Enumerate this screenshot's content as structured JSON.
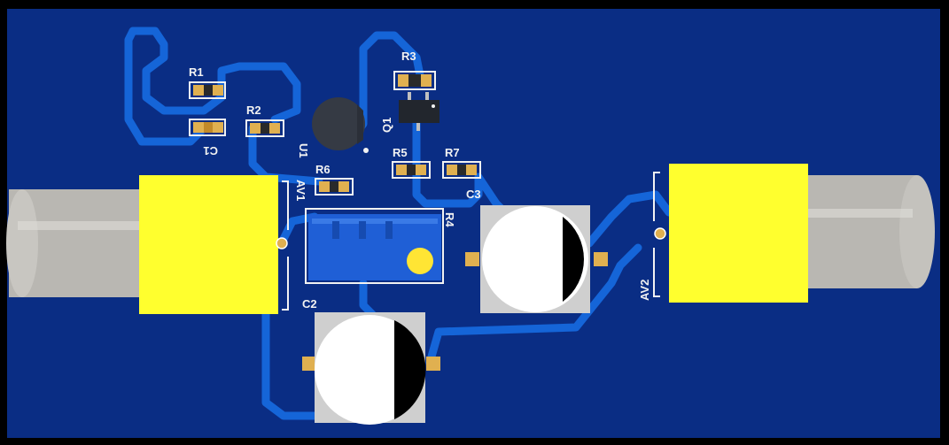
{
  "colors": {
    "board": "#0a2d84",
    "board_edge": "#000000",
    "trace": "#1565d8",
    "silk": "#f2f2f2",
    "pad": "#e0b050",
    "connector": "#ffff2e",
    "cable": "#b9b7b2",
    "pot_body": "#1f5fd6",
    "pot_knob": "#ffe534",
    "cap_base": "#cfcfcf",
    "cap_top": "#ffffff",
    "cap_polarity": "#000000",
    "transistor": "#353a44"
  },
  "labels": {
    "r1": "R1",
    "r2": "R2",
    "r3": "R3",
    "r4": "R4",
    "r5": "R5",
    "r6": "R6",
    "r7": "R7",
    "c1": "C1",
    "c2": "C2",
    "c3": "C3",
    "q1": "Q1",
    "u1": "U1",
    "av1": "AV1",
    "av2": "AV2"
  }
}
